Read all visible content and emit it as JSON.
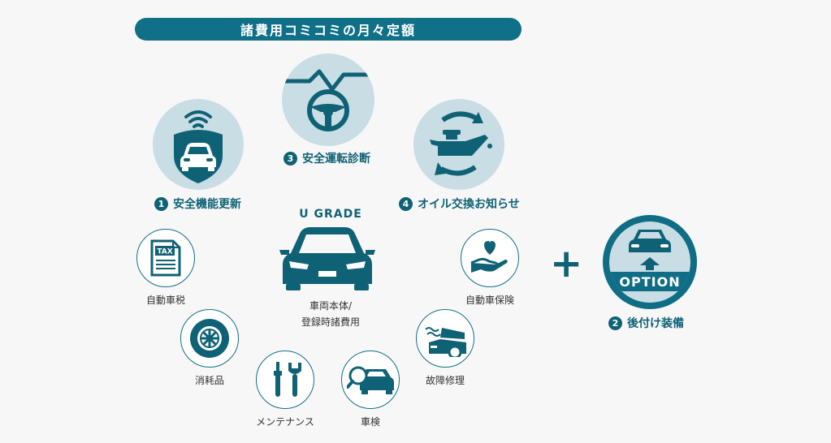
{
  "banner": {
    "title": "諸費用コミコミの月々定額"
  },
  "features": [
    {
      "number": "1",
      "label": "安全機能更新"
    },
    {
      "number": "2",
      "label": "後付け装備"
    },
    {
      "number": "3",
      "label": "安全運転診断"
    },
    {
      "number": "4",
      "label": "オイル交換お知らせ"
    }
  ],
  "center": {
    "grade": "U GRADE",
    "caption_line1": "車両本体/",
    "caption_line2": "登録時諸費用"
  },
  "items": {
    "tax": "自動車税",
    "consumables": "消耗品",
    "maintenance": "メンテナンス",
    "inspection": "車検",
    "repair": "故障修理",
    "insurance": "自動車保険"
  },
  "tax_icon_text": "TAX",
  "plus": "+",
  "option": {
    "label": "OPTION"
  },
  "colors": {
    "primary": "#0f7088",
    "light": "#c8dde4",
    "background": "#f7f7f7"
  }
}
